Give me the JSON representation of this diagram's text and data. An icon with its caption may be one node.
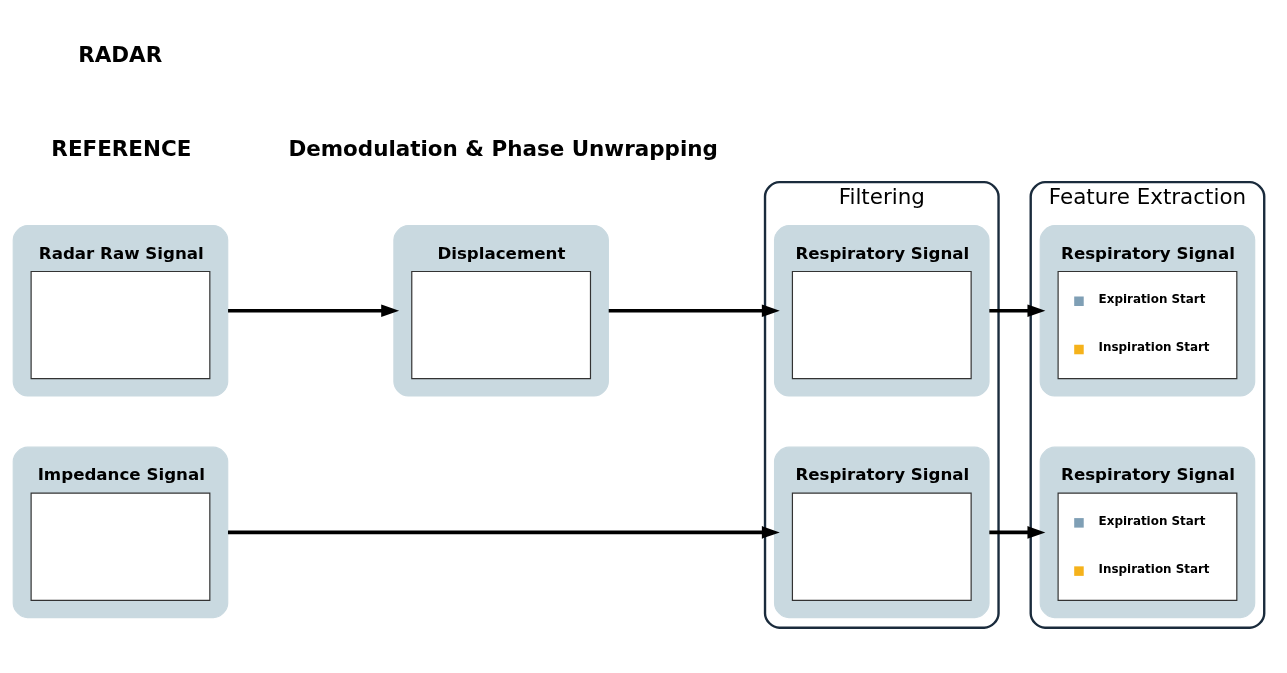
{
  "diagram": {
    "nodes": [
      {
        "text": [
          "Radar Raw Signal"
        ]
      },
      {
        "text": [
          "Displacement"
        ]
      },
      {
        "text": [
          "Filtering"
        ]
      },
      {
        "text": [
          "Respiratory Signal"
        ],
        "in": 2
      },
      {
        "text": [
          "Feature Extraction"
        ]
      },
      {
        "text": [
          "Respiratory Signal",
          "Expiration Start",
          "Inspiration Start"
        ],
        "in": 4
      },
      {
        "text": [
          "Impedance Signal"
        ]
      },
      {
        "text": [
          "Respiratory Signal"
        ],
        "in": 2
      },
      {
        "text": [
          "Respiratory Signal",
          "Expiration Start",
          "Inspiration Start"
        ],
        "in": 4
      }
    ],
    "edges": [
      {
        "from": 0,
        "to": 1,
        "arrow": "to"
      },
      {
        "from": 1,
        "to": 3,
        "arrow": "to"
      },
      {
        "from": 3,
        "to": 5,
        "arrow": "to"
      },
      {
        "from": 6,
        "to": 7,
        "arrow": "to"
      },
      {
        "from": 7,
        "to": 8,
        "arrow": "to"
      }
    ],
    "labels": [
      "Demodulation & Phase Unwrapping",
      "RADAR",
      "REFERENCE"
    ]
  }
}
